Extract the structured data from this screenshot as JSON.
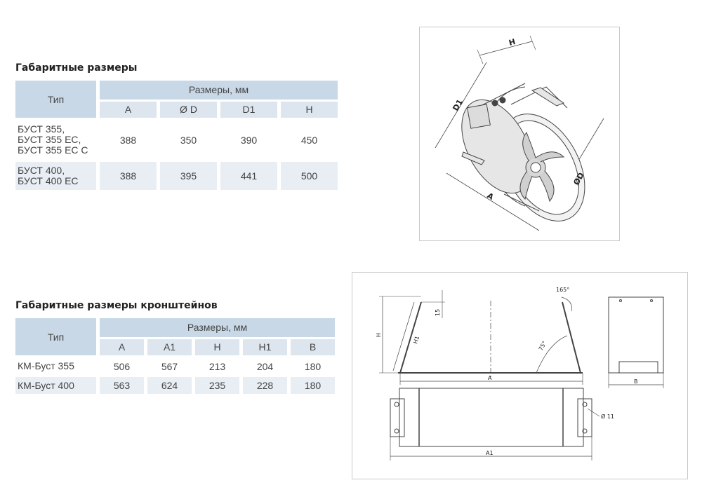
{
  "section1": {
    "title": "Габаритные размеры",
    "type_header": "Тип",
    "dims_header": "Размеры, мм",
    "columns": [
      "A",
      "Ø D",
      "D1",
      "H"
    ],
    "rows": [
      {
        "type": [
          "БУСТ 355,",
          "БУСТ 355 ЕС,",
          "БУСТ 355 ЕС С"
        ],
        "values": [
          "388",
          "350",
          "390",
          "450"
        ]
      },
      {
        "type": [
          "БУСТ 400,",
          "БУСТ 400 ЕС"
        ],
        "values": [
          "388",
          "395",
          "441",
          "500"
        ]
      }
    ]
  },
  "section2": {
    "title": "Габаритные размеры кронштейнов",
    "type_header": "Тип",
    "dims_header": "Размеры, мм",
    "columns": [
      "A",
      "A1",
      "H",
      "H1",
      "B"
    ],
    "rows": [
      {
        "type": "КМ-Буст 355",
        "values": [
          "506",
          "567",
          "213",
          "204",
          "180"
        ]
      },
      {
        "type": "КМ-Буст 400",
        "values": [
          "563",
          "624",
          "235",
          "228",
          "180"
        ]
      }
    ]
  },
  "fan_drawing": {
    "labels": {
      "h": "H",
      "d1": "D1",
      "a": "A",
      "d": "ØD"
    }
  },
  "bracket_drawing": {
    "labels": {
      "h": "H",
      "h1": "H1",
      "fifteen": "15",
      "a": "A",
      "a1": "A1",
      "b": "B",
      "angle165": "165°",
      "angle75": "75°",
      "hole": "Ø 11"
    }
  },
  "colors": {
    "header_dark": "#c8d8e6",
    "header_light": "#dde6ee",
    "row_shade": "#e8eef4"
  }
}
